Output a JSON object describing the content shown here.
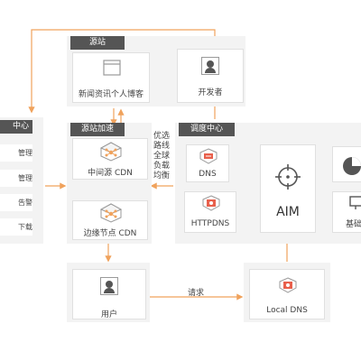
{
  "origin": {
    "title": "源站",
    "site_label": "新闻资讯个人博客",
    "developer_label": "开发者"
  },
  "acceleration": {
    "title": "源站加速",
    "mid_cdn_label": "中间源 CDN",
    "edge_cdn_label": "边缘节点 CDN"
  },
  "routing_note": [
    "优选",
    "路线",
    "全球",
    "负载",
    "均衡"
  ],
  "dispatch": {
    "title": "调度中心",
    "dns_label": "DNS",
    "httpdns_label": "HTTPDNS",
    "aim_label": "AIM",
    "infra_label": "基础"
  },
  "left_panel": {
    "title_fragment": "中心",
    "items": [
      "管理",
      "管理",
      "告警",
      "下载"
    ]
  },
  "user_label": "用户",
  "request_label": "请求",
  "local_dns_label": "Local DNS",
  "colors": {
    "accent": "#f0a25c",
    "tag": "#555555",
    "panel": "#f3f3f3",
    "arrow_gray": "#bbbbbb",
    "icon_orange": "#e8604c"
  }
}
